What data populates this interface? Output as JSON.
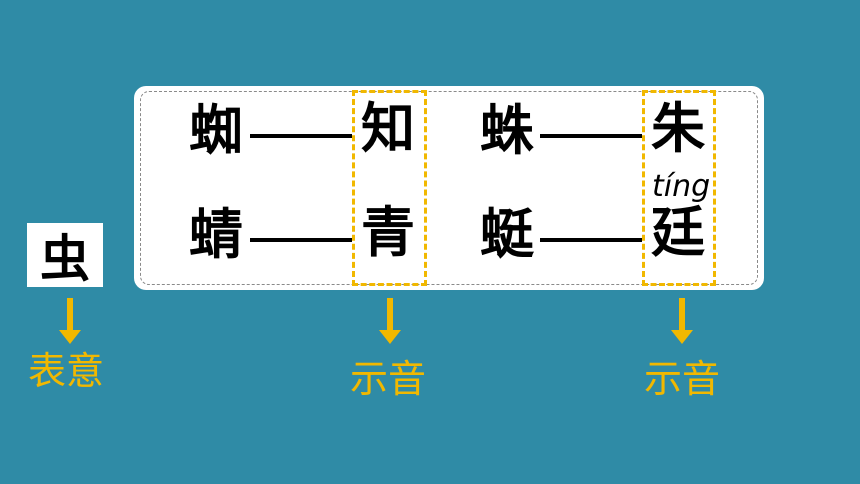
{
  "radical": "虫",
  "rows": [
    {
      "left": "蜘",
      "left_phonetic": "知",
      "right": "蛛",
      "right_phonetic": "朱"
    },
    {
      "left": "蜻",
      "left_phonetic": "青",
      "right": "蜓",
      "right_phonetic": "廷"
    }
  ],
  "pinyin": "tíng",
  "labels": {
    "meaning": "表意",
    "sound_left": "示音",
    "sound_right": "示音"
  },
  "colors": {
    "background": "#2f8ba6",
    "accent": "#f1b800",
    "card": "#ffffff"
  }
}
